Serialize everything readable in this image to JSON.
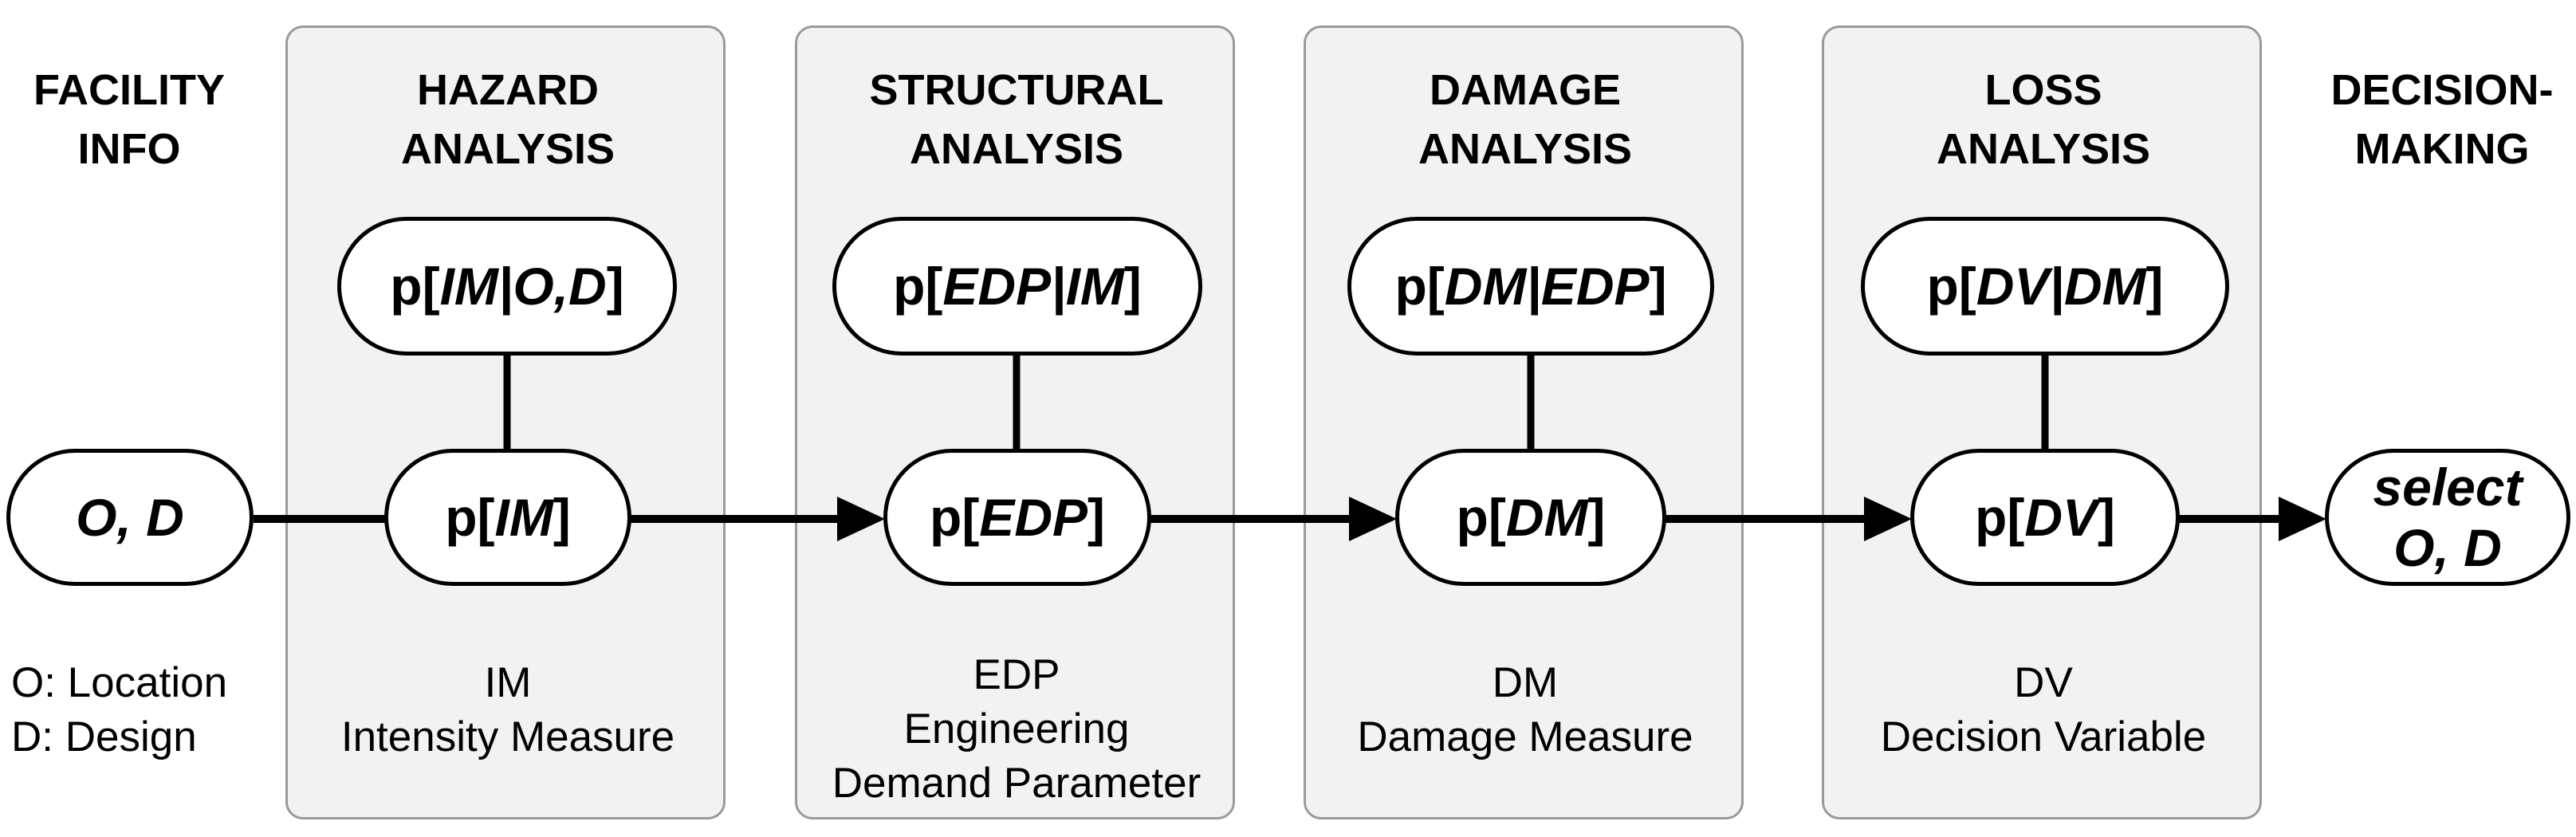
{
  "columns": {
    "facility": {
      "heading": [
        "FACILITY",
        "INFO"
      ],
      "node": "O, D",
      "desc": [
        "O: Location",
        "D: Design"
      ]
    },
    "hazard": {
      "heading": [
        "HAZARD",
        "ANALYSIS"
      ],
      "top_node": {
        "prefix": "p[",
        "italic": "IM|O,D",
        "suffix": "]"
      },
      "mid_node": {
        "prefix": "p[",
        "italic": "IM",
        "suffix": "]"
      },
      "desc": [
        "IM",
        "Intensity Measure"
      ]
    },
    "structural": {
      "heading": [
        "STRUCTURAL",
        "ANALYSIS"
      ],
      "top_node": {
        "prefix": "p[",
        "italic": "EDP|IM",
        "suffix": "]"
      },
      "mid_node": {
        "prefix": "p[",
        "italic": "EDP",
        "suffix": "]"
      },
      "desc": [
        "EDP",
        "Engineering",
        "Demand Parameter"
      ]
    },
    "damage": {
      "heading": [
        "DAMAGE",
        "ANALYSIS"
      ],
      "top_node": {
        "prefix": "p[",
        "italic": "DM|EDP",
        "suffix": "]"
      },
      "mid_node": {
        "prefix": "p[",
        "italic": "DM",
        "suffix": "]"
      },
      "desc": [
        "DM",
        "Damage Measure"
      ]
    },
    "loss": {
      "heading": [
        "LOSS",
        "ANALYSIS"
      ],
      "top_node": {
        "prefix": "p[",
        "italic": "DV|DM",
        "suffix": "]"
      },
      "mid_node": {
        "prefix": "p[",
        "italic": "DV",
        "suffix": "]"
      },
      "desc": [
        "DV",
        "Decision Variable"
      ]
    },
    "decision": {
      "heading": [
        "DECISION-",
        "MAKING"
      ],
      "node": [
        "select",
        "O, D"
      ]
    }
  },
  "colors": {
    "panel_fill": "#f2f2f2",
    "panel_border": "#9a9a9a",
    "line": "#000000",
    "node_fill": "#ffffff"
  }
}
